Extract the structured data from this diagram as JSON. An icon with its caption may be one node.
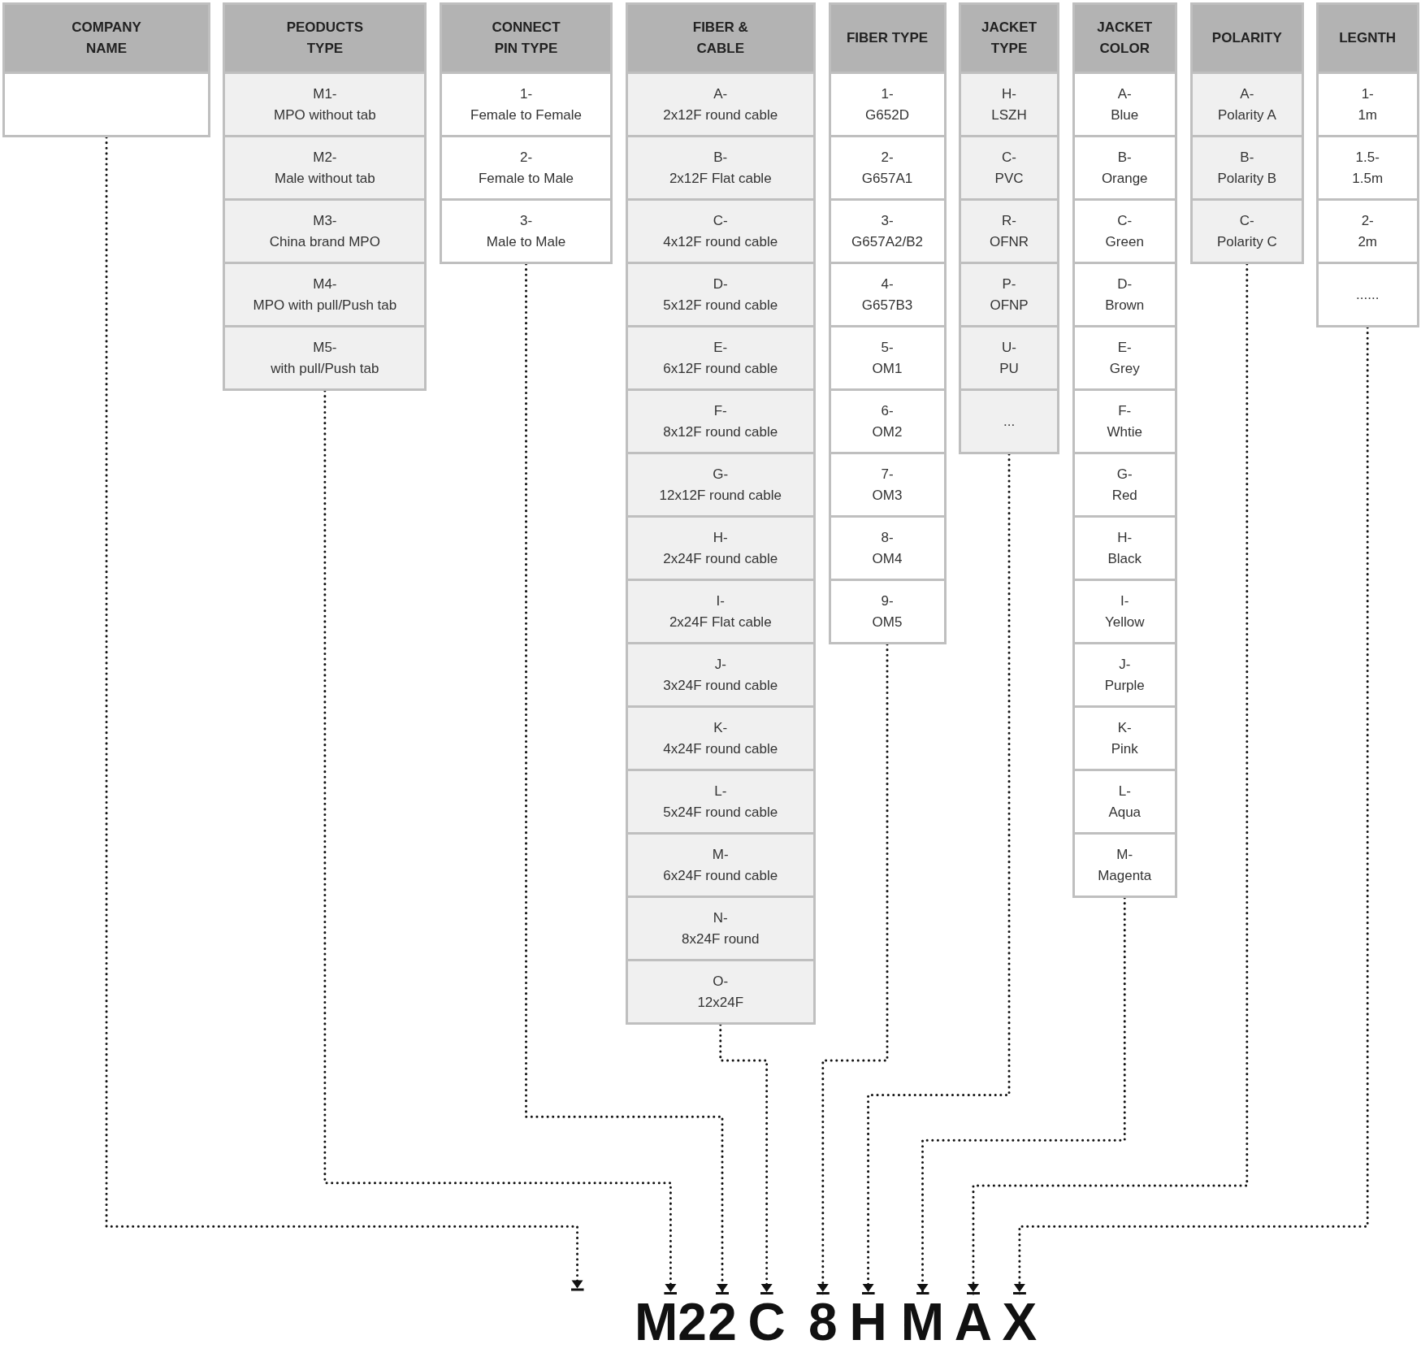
{
  "diagram": {
    "nodes": [
      {
        "text": [
          "COMPANY NAME"
        ]
      },
      {
        "text": [],
        "shape": "box",
        "in": 0
      },
      {
        "text": [
          "PEODUCTS TYPE"
        ]
      },
      {
        "text": [
          "M1-",
          "MPO without tab"
        ],
        "in": 2
      },
      {
        "text": [
          "M2-",
          "Male without tab"
        ],
        "in": 2
      },
      {
        "text": [
          "M3-",
          "China brand MPO"
        ],
        "in": 2
      },
      {
        "text": [
          "M4-",
          "MPO with pull/Push tab"
        ],
        "in": 2
      },
      {
        "text": [
          "M5-",
          "with pull/Push tab"
        ],
        "in": 2
      },
      {
        "text": [
          "CONNECT PIN TYPE"
        ]
      },
      {
        "text": [
          "1-",
          "Female to Female"
        ],
        "in": 8
      },
      {
        "text": [
          "2-",
          "Female to Male"
        ],
        "in": 8
      },
      {
        "text": [
          "3-",
          "Male to Male"
        ],
        "in": 8
      },
      {
        "text": [
          "FIBER & CABLE"
        ]
      },
      {
        "text": [
          "A-",
          "2x12F round cable"
        ],
        "in": 12
      },
      {
        "text": [
          "B-",
          "2x12F Flat cable"
        ],
        "in": 12
      },
      {
        "text": [
          "C-",
          "4x12F round cable"
        ],
        "in": 12
      },
      {
        "text": [
          "D-",
          "5x12F round cable"
        ],
        "in": 12
      },
      {
        "text": [
          "E-",
          "6x12F round cable"
        ],
        "in": 12
      },
      {
        "text": [
          "F-",
          "8x12F round cable"
        ],
        "in": 12
      },
      {
        "text": [
          "G-",
          "12x12F round cable"
        ],
        "in": 12
      },
      {
        "text": [
          "H-",
          "2x24F round cable"
        ],
        "in": 12
      },
      {
        "text": [
          "I-",
          "2x24F Flat cable"
        ],
        "in": 12
      },
      {
        "text": [
          "J-",
          "3x24F round cable"
        ],
        "in": 12
      },
      {
        "text": [
          "K-",
          "4x24F round cable"
        ],
        "in": 12
      },
      {
        "text": [
          "L-",
          "5x24F round cable"
        ],
        "in": 12
      },
      {
        "text": [
          "M-",
          "6x24F round cable"
        ],
        "in": 12
      },
      {
        "text": [
          "N-",
          "8x24F round"
        ],
        "in": 12
      },
      {
        "text": [
          "O-",
          "12x24F"
        ],
        "in": 12
      },
      {
        "text": [
          "FIBER TYPE"
        ]
      },
      {
        "text": [
          "1-",
          "G652D"
        ],
        "in": 28
      },
      {
        "text": [
          "2-",
          "G657A1"
        ],
        "in": 28
      },
      {
        "text": [
          "3-",
          "G657A2/B2"
        ],
        "in": 28
      },
      {
        "text": [
          "4-",
          "G657B3"
        ],
        "in": 28
      },
      {
        "text": [
          "5-",
          "OM1"
        ],
        "in": 28
      },
      {
        "text": [
          "6-",
          "OM2"
        ],
        "in": 28
      },
      {
        "text": [
          "7-",
          "OM3"
        ],
        "in": 28
      },
      {
        "text": [
          "8-",
          "OM4"
        ],
        "in": 28
      },
      {
        "text": [
          "9-",
          "OM5"
        ],
        "in": 28
      },
      {
        "text": [
          "JACKET TYPE"
        ]
      },
      {
        "text": [
          "H-",
          "LSZH"
        ],
        "in": 38
      },
      {
        "text": [
          "C-",
          "PVC"
        ],
        "in": 38
      },
      {
        "text": [
          "R-",
          "OFNR"
        ],
        "in": 38
      },
      {
        "text": [
          "P-",
          "OFNP"
        ],
        "in": 38
      },
      {
        "text": [
          "U-",
          "PU"
        ],
        "in": 38
      },
      {
        "text": [
          "..."
        ],
        "in": 38
      },
      {
        "text": [
          "JACKET COLOR"
        ]
      },
      {
        "text": [
          "A-",
          "Blue"
        ],
        "in": 45
      },
      {
        "text": [
          "B-",
          "Orange"
        ],
        "in": 45
      },
      {
        "text": [
          "C-",
          "Green"
        ],
        "in": 45
      },
      {
        "text": [
          "D-",
          "Brown"
        ],
        "in": 45
      },
      {
        "text": [
          "E-",
          "Grey"
        ],
        "in": 45
      },
      {
        "text": [
          "F-",
          "Whtie"
        ],
        "in": 45
      },
      {
        "text": [
          "G-",
          "Red"
        ],
        "in": 45
      },
      {
        "text": [
          "H-",
          "Black"
        ],
        "in": 45
      },
      {
        "text": [
          "I-",
          "Yellow"
        ],
        "in": 45
      },
      {
        "text": [
          "J-",
          "Purple"
        ],
        "in": 45
      },
      {
        "text": [
          "K-",
          "Pink"
        ],
        "in": 45
      },
      {
        "text": [
          "L-",
          "Aqua"
        ],
        "in": 45
      },
      {
        "text": [
          "M-",
          "Magenta"
        ],
        "in": 45
      },
      {
        "text": [
          "POLARITY"
        ]
      },
      {
        "text": [
          "A-",
          "Polarity A"
        ],
        "in": 59
      },
      {
        "text": [
          "B-",
          "Polarity B"
        ],
        "in": 59
      },
      {
        "text": [
          "C-",
          "Polarity C"
        ],
        "in": 59
      },
      {
        "text": [
          "LEGNTH"
        ]
      },
      {
        "text": [
          "1-",
          "1m"
        ],
        "in": 63
      },
      {
        "text": [
          "1.5-",
          "1.5m"
        ],
        "in": 63
      },
      {
        "text": [
          "2-",
          "2m"
        ],
        "in": 63
      },
      {
        "text": [
          "......"
        ],
        "in": 63
      },
      {
        "text": [
          "M2"
        ]
      },
      {
        "text": [
          "2"
        ]
      },
      {
        "text": [
          "C"
        ]
      },
      {
        "text": [
          "8"
        ]
      },
      {
        "text": [
          "H"
        ]
      },
      {
        "text": [
          "M"
        ]
      },
      {
        "text": [
          "A"
        ]
      },
      {
        "text": [
          "X"
        ]
      }
    ],
    "edges": [
      {
        "from": 0,
        "to": null,
        "arrow": "to"
      },
      {
        "from": 2,
        "to": 68,
        "arrow": "to"
      },
      {
        "from": 8,
        "to": 69,
        "arrow": "to"
      },
      {
        "from": 12,
        "to": 70,
        "arrow": "to"
      },
      {
        "from": 28,
        "to": 71,
        "arrow": "to"
      },
      {
        "from": 38,
        "to": 72,
        "arrow": "to"
      },
      {
        "from": 45,
        "to": 73,
        "arrow": "to"
      },
      {
        "from": 59,
        "to": 74,
        "arrow": "to"
      },
      {
        "from": 63,
        "to": 75,
        "arrow": "to"
      }
    ]
  }
}
